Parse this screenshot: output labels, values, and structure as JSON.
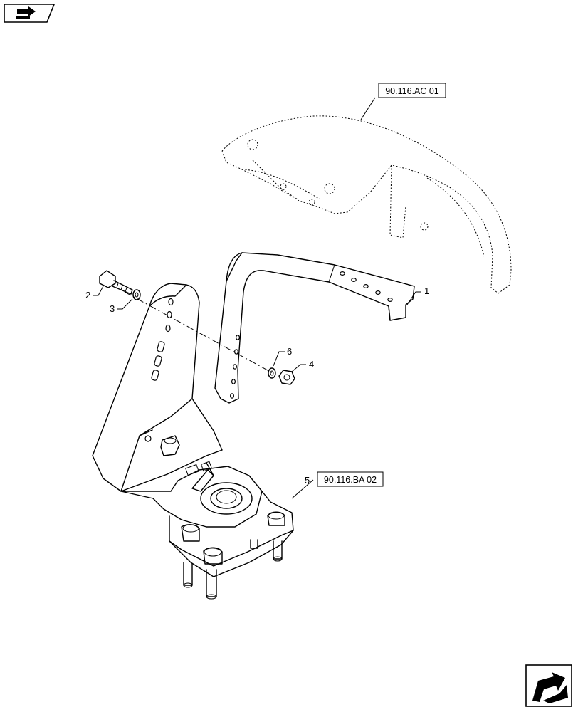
{
  "references": [
    {
      "text": "90.116.AC 01"
    },
    {
      "text": "90.116.BA 02"
    }
  ],
  "callouts": [
    "1",
    "2",
    "3",
    "4",
    "5",
    "6"
  ],
  "icons": {
    "top_left": "back-navigation-icon",
    "bottom_right": "next-page-icon"
  }
}
